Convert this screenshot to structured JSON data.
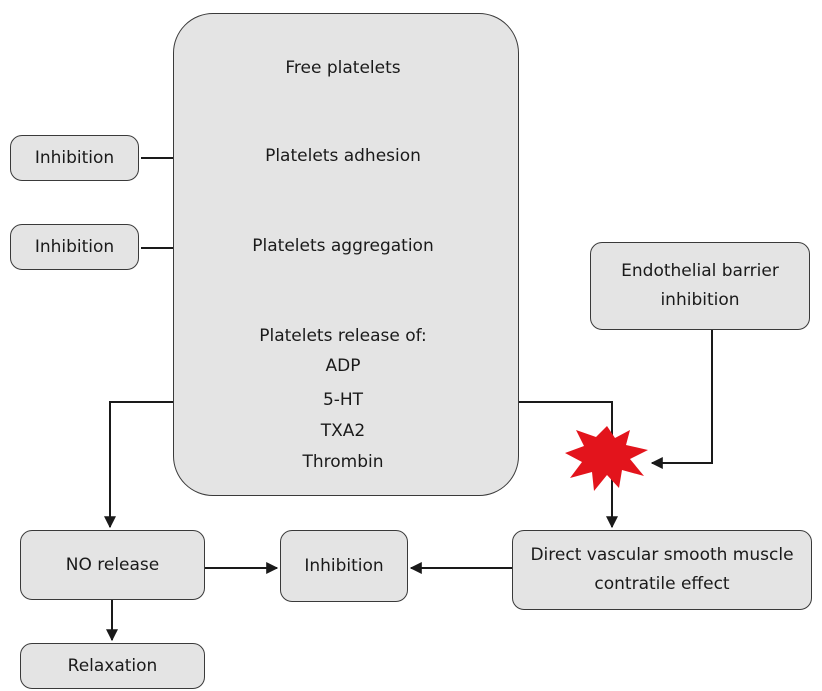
{
  "main_container": {
    "steps": {
      "free_platelets": "Free platelets",
      "adhesion": "Platelets adhesion",
      "aggregation": "Platelets aggregation",
      "release_header": "Platelets release of:"
    },
    "released_substances": [
      "ADP",
      "5-HT",
      "TXA2",
      "Thrombin"
    ]
  },
  "left_inhibitors": {
    "adhesion_inhibition": "Inhibition",
    "aggregation_inhibition": "Inhibition"
  },
  "endothelial_box": {
    "line1": "Endothelial barrier",
    "line2": "inhibition"
  },
  "bottom_row": {
    "no_release": "NO release",
    "center_inhibition": "Inhibition",
    "direct_effect_line1": "Direct vascular smooth muscle",
    "direct_effect_line2": "contratile effect",
    "relaxation": "Relaxation"
  },
  "colors": {
    "box_fill": "#e4e4e4",
    "box_border": "#3a3a3a",
    "arrow": "#1a1a1a",
    "burst": "#e3141c"
  }
}
